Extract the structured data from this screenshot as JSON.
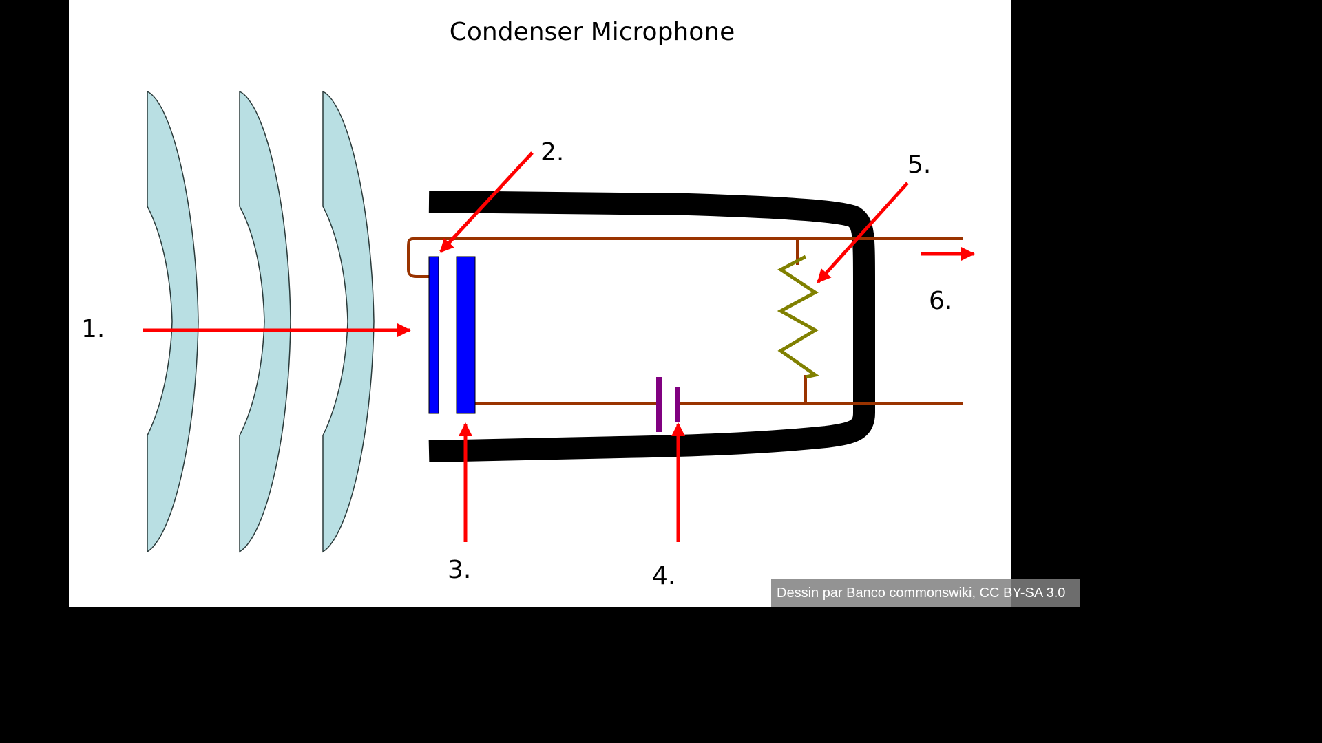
{
  "title": "Condenser Microphone",
  "labels": {
    "l1": "1.",
    "l2": "2.",
    "l3": "3.",
    "l4": "4.",
    "l5": "5.",
    "l6": "6."
  },
  "credit": "Dessin par Banco commonswiki, CC BY-SA 3.0",
  "colors": {
    "wave": "#b9dfe3",
    "arrow": "#ff0000",
    "plate": "#0000ff",
    "wire": "#993300",
    "resistor": "#808000",
    "battery": "#800080",
    "body": "#000000"
  }
}
